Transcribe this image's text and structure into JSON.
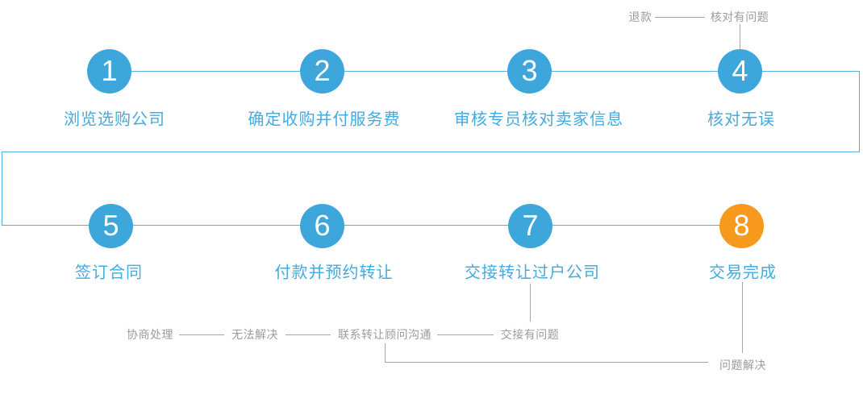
{
  "steps": [
    {
      "num": "1",
      "label": "浏览选购公司"
    },
    {
      "num": "2",
      "label": "确定收购并付服务费"
    },
    {
      "num": "3",
      "label": "审核专员核对卖家信息"
    },
    {
      "num": "4",
      "label": "核对无误"
    },
    {
      "num": "5",
      "label": "签订合同"
    },
    {
      "num": "6",
      "label": "付款并预约转让"
    },
    {
      "num": "7",
      "label": "交接转让过户公司"
    },
    {
      "num": "8",
      "label": "交易完成"
    }
  ],
  "annotations": {
    "refund": "退款",
    "check_problem": "核对有问题",
    "negotiate": "协商处理",
    "cannot_resolve": "无法解决",
    "contact_advisor": "联系转让顾问沟通",
    "handover_problem": "交接有问题",
    "problem_solved": "问题解决"
  },
  "colors": {
    "step_blue": "#3da7db",
    "final_step_orange": "#f7991d",
    "connector_blue": "#54b0e0",
    "annotation_gray": "#9b9b9b"
  }
}
